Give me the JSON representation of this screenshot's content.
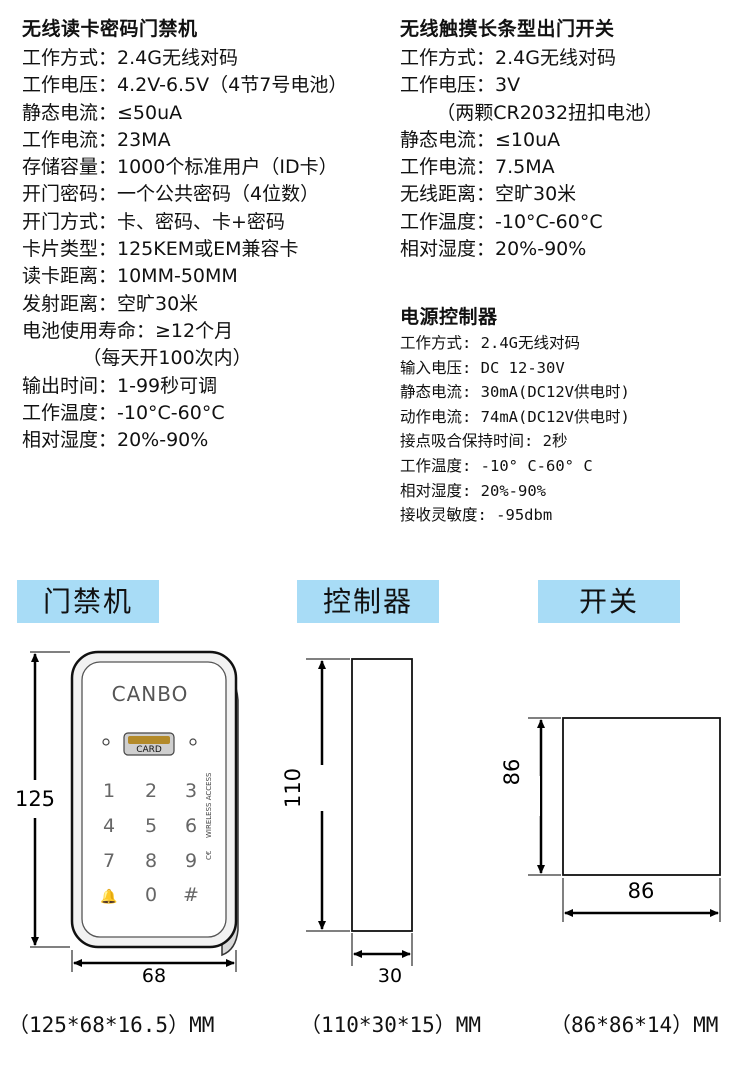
{
  "spec_blocks": [
    {
      "title": "无线读卡密码门禁机",
      "lines": [
        "工作方式：2.4G无线对码",
        "工作电压：4.2V-6.5V（4节7号电池）",
        "静态电流：≤50uA",
        "工作电流：23MA",
        "存储容量：1000个标准用户（ID卡）",
        "开门密码：一个公共密码（4位数）",
        "开门方式：卡、密码、卡+密码",
        "卡片类型：125KEM或EM兼容卡",
        "读卡距离：10MM-50MM",
        "发射距离：空旷30米",
        "电池使用寿命：≥12个月",
        "          （每天开100次内）",
        "输出时间：1-99秒可调",
        "工作温度：-10°C-60°C",
        "相对湿度：20%-90%"
      ]
    },
    {
      "title": "无线触摸长条型出门开关",
      "lines": [
        "工作方式：2.4G无线对码",
        "工作电压：3V",
        "      （两颗CR2032扭扣电池）",
        "静态电流：≤10uA",
        "工作电流：7.5MA",
        "无线距离：空旷30米",
        "工作温度：-10°C-60°C",
        "相对湿度：20%-90%"
      ]
    },
    {
      "title": "电源控制器",
      "lines": [
        "工作方式: 2.4G无线对码",
        "输入电压: DC 12-30V",
        "静态电流: 30mA(DC12V供电时)",
        "动作电流: 74mA(DC12V供电时)",
        "接点吸合保持时间: 2秒",
        "工作温度: -10° C-60° C",
        "相对湿度: 20%-90%",
        "接收灵敏度: -95dbm"
      ]
    }
  ],
  "products": [
    {
      "label": "门禁机",
      "caption": "（125*68*16.5）MM"
    },
    {
      "label": "控制器",
      "caption": "（110*30*15）MM"
    },
    {
      "label": "开关",
      "caption": "（86*86*14）MM"
    }
  ],
  "drawing": {
    "access_unit": {
      "brand": "CANBO",
      "card_label": "CARD",
      "side_text": "WIRELESS ACCESS",
      "keys": [
        "1",
        "2",
        "3",
        "4",
        "5",
        "6",
        "7",
        "8",
        "9",
        "🔔",
        "0",
        "#"
      ],
      "height_dim": "125",
      "width_dim": "68"
    },
    "controller": {
      "height_dim": "110",
      "width_dim": "30"
    },
    "switch": {
      "height_dim": "86",
      "width_dim": "86"
    }
  }
}
